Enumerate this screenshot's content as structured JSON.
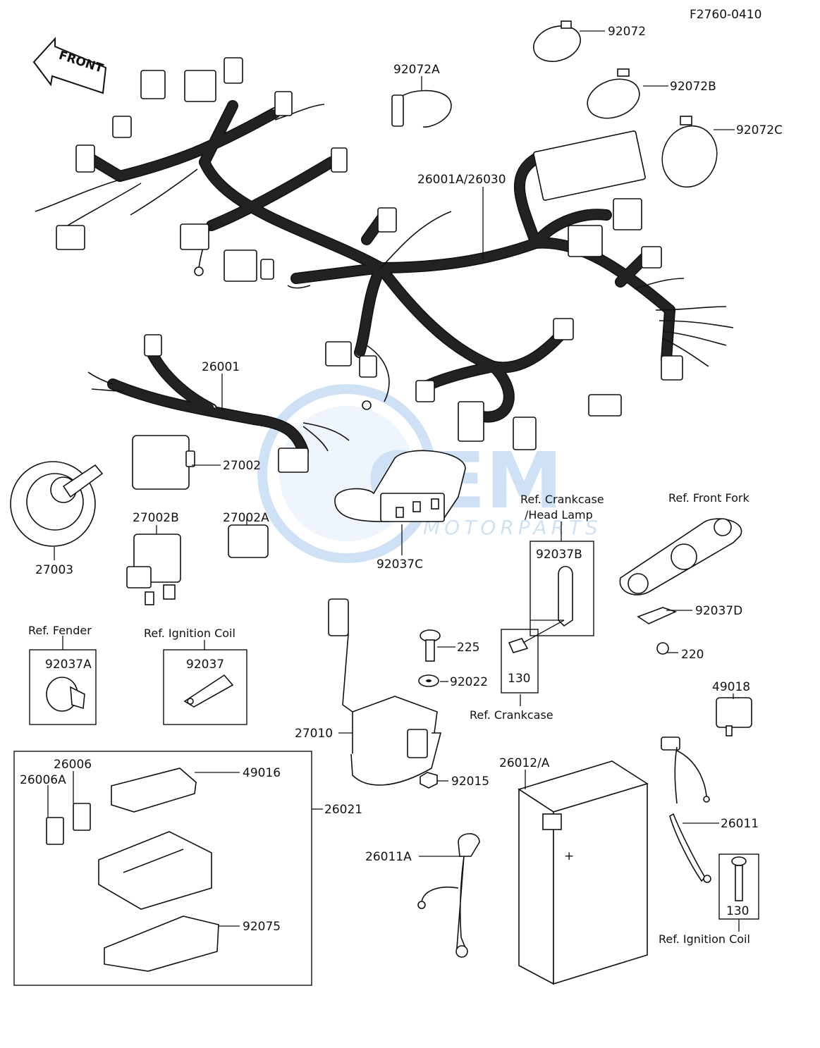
{
  "drawing_code": "F2760-0410",
  "front_label": "FRONT",
  "watermark": {
    "brand": "OEM",
    "sub": "MOTORPARTS",
    "color": "#2a7fd4"
  },
  "parts": {
    "p92072": "92072",
    "p92072A": "92072A",
    "p92072B": "92072B",
    "p92072C": "92072C",
    "p26001A": "26001A/26030",
    "p26001": "26001",
    "p27002": "27002",
    "p27003": "27003",
    "p27002B": "27002B",
    "p27002A": "27002A",
    "p92037C": "92037C",
    "p92037B": "92037B",
    "p92037D": "92037D",
    "p220": "220",
    "p225": "225",
    "p92022": "92022",
    "p130a": "130",
    "p92037A": "92037A",
    "p92037": "92037",
    "p27010": "27010",
    "p92015": "92015",
    "p26012": "26012/A",
    "p49018": "49018",
    "p26011": "26011",
    "p26011A": "26011A",
    "p130b": "130",
    "p26006": "26006",
    "p26006A": "26006A",
    "p49016": "49016",
    "p26021": "26021",
    "p92075": "92075"
  },
  "refs": {
    "crankcase_headlamp_1": "Ref. Crankcase",
    "crankcase_headlamp_2": "/Head Lamp",
    "front_fork": "Ref. Front Fork",
    "fender": "Ref. Fender",
    "ignition_coil_1": "Ref. Ignition Coil",
    "crankcase": "Ref. Crankcase",
    "ignition_coil_2": "Ref. Ignition Coil"
  }
}
